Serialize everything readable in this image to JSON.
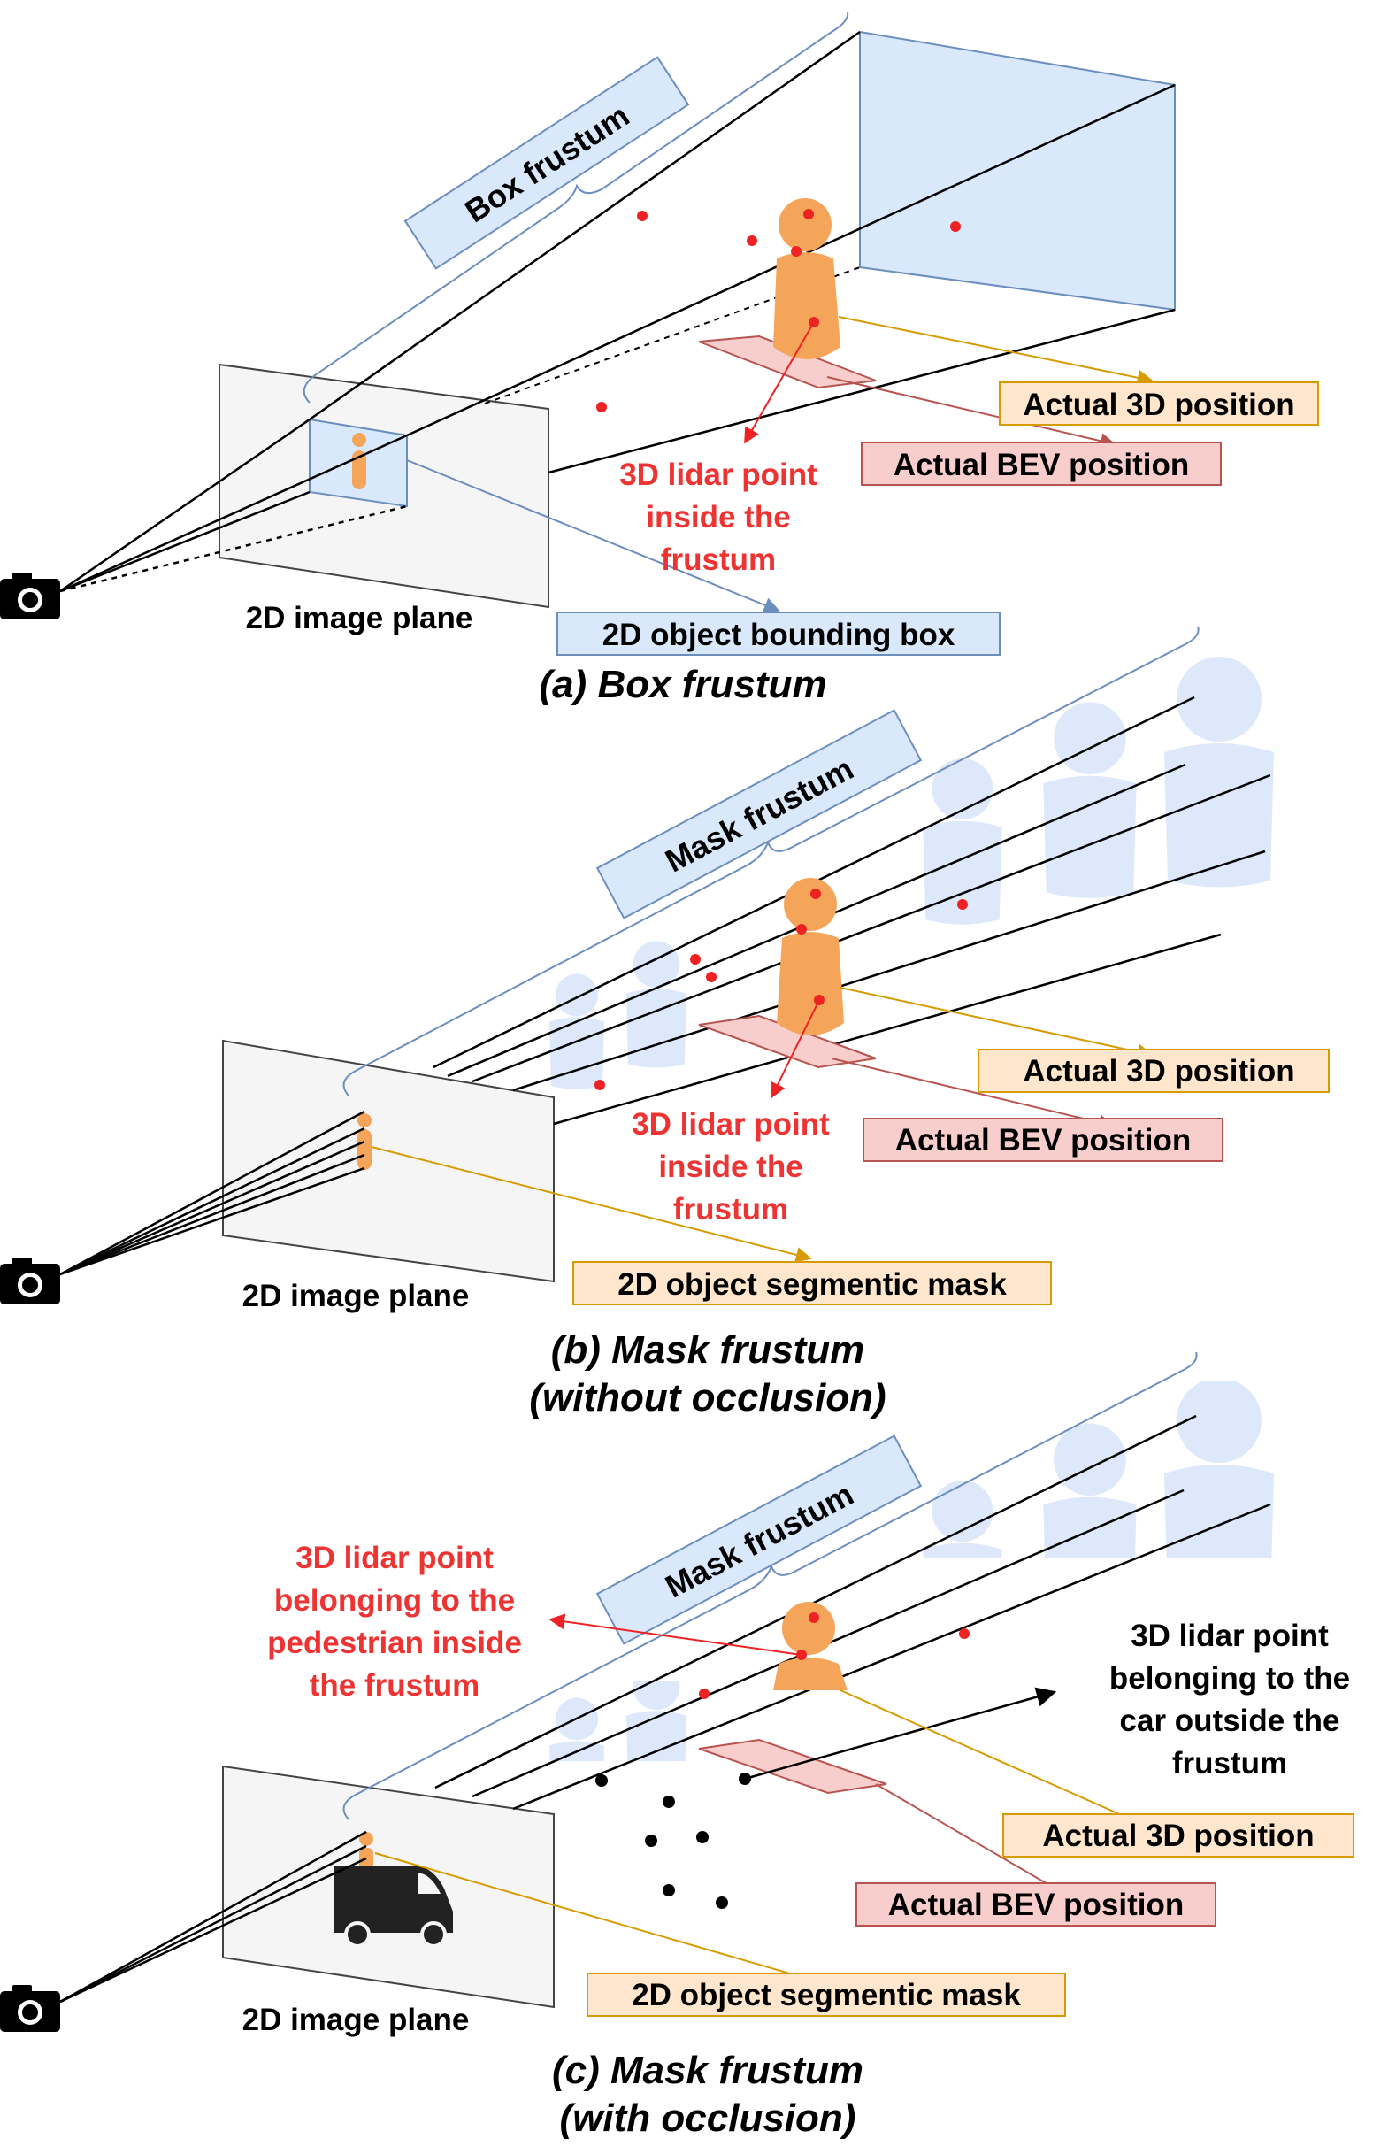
{
  "colors": {
    "frustum_fill": "#dae8fc",
    "frustum_stroke": "#6c8ebf",
    "person_orange": "#f5a55a",
    "person_blue": "#dde9fa",
    "lidar_red": "#ee2222",
    "label_red_text": "#ee3333",
    "bev_fill": "#f8cecc",
    "bev_stroke": "#b85450",
    "pos3d_fill": "#ffe6cc",
    "pos3d_stroke": "#d79b00",
    "plane_fill": "#f5f5f5"
  },
  "panel_a": {
    "frustum_label": "Box frustum",
    "lidar_label": [
      "3D lidar point",
      "inside the",
      "frustum"
    ],
    "actual_3d": "Actual 3D position",
    "actual_bev": "Actual BEV position",
    "image_plane": "2D image plane",
    "bbox_label": "2D object bounding box",
    "caption": "(a) Box frustum"
  },
  "panel_b": {
    "frustum_label": "Mask frustum",
    "lidar_label": [
      "3D lidar point",
      "inside the",
      "frustum"
    ],
    "actual_3d": "Actual 3D position",
    "actual_bev": "Actual BEV position",
    "image_plane": "2D image plane",
    "mask_label": "2D object segmentic mask",
    "caption": [
      "(b) Mask frustum",
      "(without occlusion)"
    ]
  },
  "panel_c": {
    "frustum_label": "Mask frustum",
    "ped_label": [
      "3D lidar point",
      "belonging to the",
      "pedestrian inside",
      "the frustum"
    ],
    "car_label": [
      "3D lidar point",
      "belonging to the",
      "car outside the",
      "frustum"
    ],
    "actual_3d": "Actual 3D position",
    "actual_bev": "Actual BEV position",
    "image_plane": "2D image plane",
    "mask_label": "2D object segmentic mask",
    "caption": [
      "(c) Mask frustum",
      "(with occlusion)"
    ]
  }
}
